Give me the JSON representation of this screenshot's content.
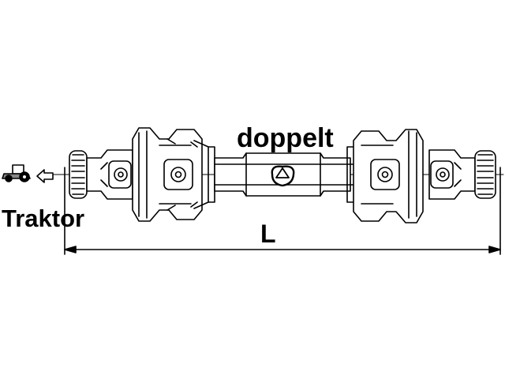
{
  "labels": {
    "shaft_type": "doppelt",
    "tractor_side": "Traktor",
    "length_symbol": "L"
  },
  "icons": {
    "tractor": "tractor-icon",
    "direction": "arrow-left-outline-icon",
    "center": "triangle-profile-icon"
  },
  "colors": {
    "line": "#000000",
    "background": "#ffffff",
    "shade": "#dcdcdc"
  }
}
